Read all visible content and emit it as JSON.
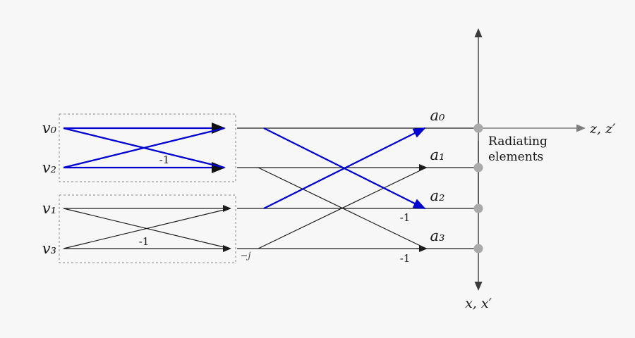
{
  "diagram": "4-element FFT butterfly feed network with radiating elements",
  "colors": {
    "background": "#f7f7f7",
    "highlight_blue": "#0000d0",
    "line_black": "#1c1c1c",
    "dot_gray": "#a9a9a9",
    "axis_gray": "#3c3c3c",
    "z_axis_gray": "#7d7d7d"
  },
  "inputs": {
    "v0": "v₀",
    "v2": "v₂",
    "v1": "v₁",
    "v3": "v₃"
  },
  "outputs": {
    "a0": "a₀",
    "a1": "a₁",
    "a2": "a₂",
    "a3": "a₃"
  },
  "gains": {
    "stage1_top": "-1",
    "stage1_bottom": "-1",
    "minus_j": "−j",
    "stage2_a2": "-1",
    "stage2_a3": "-1"
  },
  "axes": {
    "z": "z, z′",
    "x": "x, x′"
  },
  "annotation": {
    "line1": "Radiating",
    "line2": "elements"
  }
}
